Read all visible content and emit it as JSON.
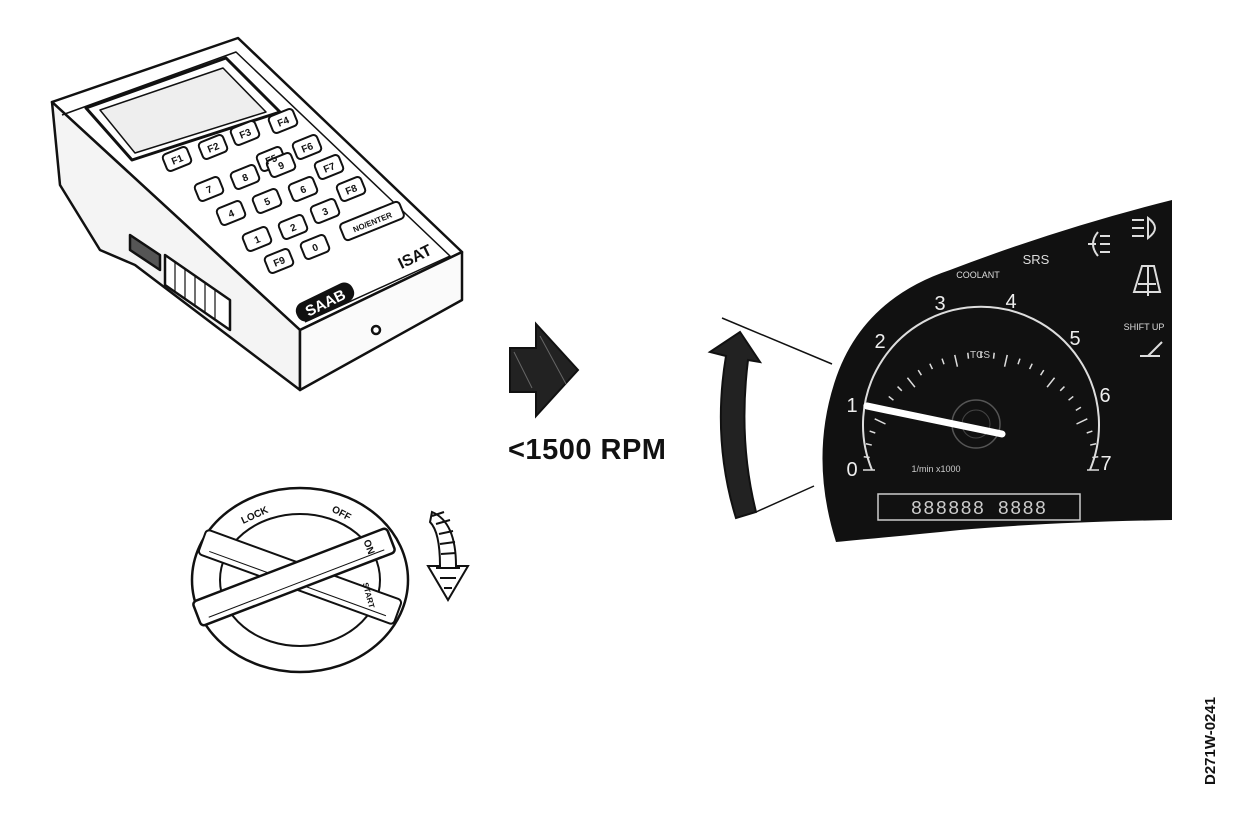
{
  "tester": {
    "brand_label": "SAAB",
    "model_label": "ISAT",
    "keys": [
      "F1",
      "F2",
      "F3",
      "F4",
      "F5",
      "F6",
      "F7",
      "F8",
      "7",
      "8",
      "9",
      "4",
      "5",
      "6",
      "1",
      "2",
      "3",
      "0",
      "F9",
      "NO/ENTER"
    ]
  },
  "ignition_switch": {
    "position_labels": [
      "LOCK",
      "OFF",
      "ON",
      "START"
    ]
  },
  "instruction": {
    "rpm_text": "<1500 RPM"
  },
  "tachometer": {
    "scale_numbers": [
      "0",
      "1",
      "2",
      "3",
      "4",
      "5",
      "6",
      "7"
    ],
    "needle_value": 1.0,
    "unit_label": "1/min x1000",
    "indicator_labels": [
      "COOLANT",
      "SRS",
      "TCS",
      "SHIFT UP"
    ],
    "odometer_text": "888888 8888"
  },
  "colors": {
    "line": "#111111",
    "panel": "#111111",
    "paper": "#ffffff"
  },
  "document_id": "D271W-0241"
}
